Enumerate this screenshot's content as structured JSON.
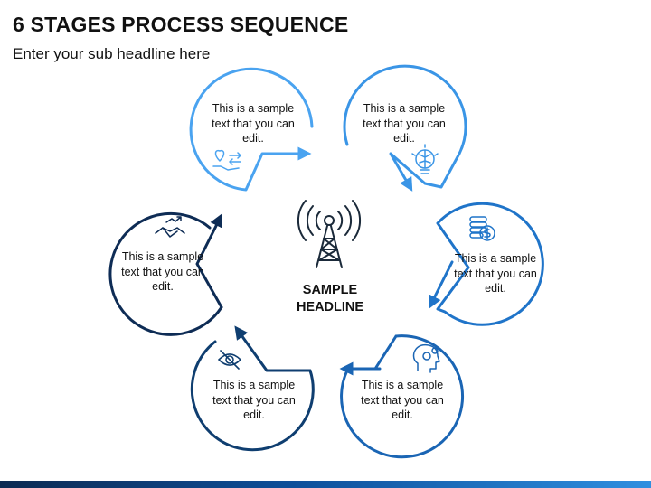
{
  "header": {
    "title": "6 STAGES PROCESS SEQUENCE",
    "subtitle": "Enter your sub headline here"
  },
  "center": {
    "headline_line1": "SAMPLE",
    "headline_line2": "HEADLINE",
    "icon": "radio-tower-icon"
  },
  "stages": [
    {
      "text": "This is a sample text that you can edit.",
      "icon": "care-exchange-icon",
      "color": "#4aa3f0"
    },
    {
      "text": "This is a sample text that you can edit.",
      "icon": "brain-bulb-icon",
      "color": "#3a95e6"
    },
    {
      "text": "This is a sample text that you can edit.",
      "icon": "coins-dollar-icon",
      "color": "#1f74c9"
    },
    {
      "text": "This is a sample text that you can edit.",
      "icon": "head-gears-icon",
      "color": "#1a65b4"
    },
    {
      "text": "This is a sample text that you can edit.",
      "icon": "hidden-eye-icon",
      "color": "#0f3e70"
    },
    {
      "text": "This is a sample text that you can edit.",
      "icon": "handshake-icon",
      "color": "#0e2c55"
    }
  ],
  "colors": {
    "bar_dark": "#0b2a52",
    "bar_light": "#2f8fe0"
  }
}
